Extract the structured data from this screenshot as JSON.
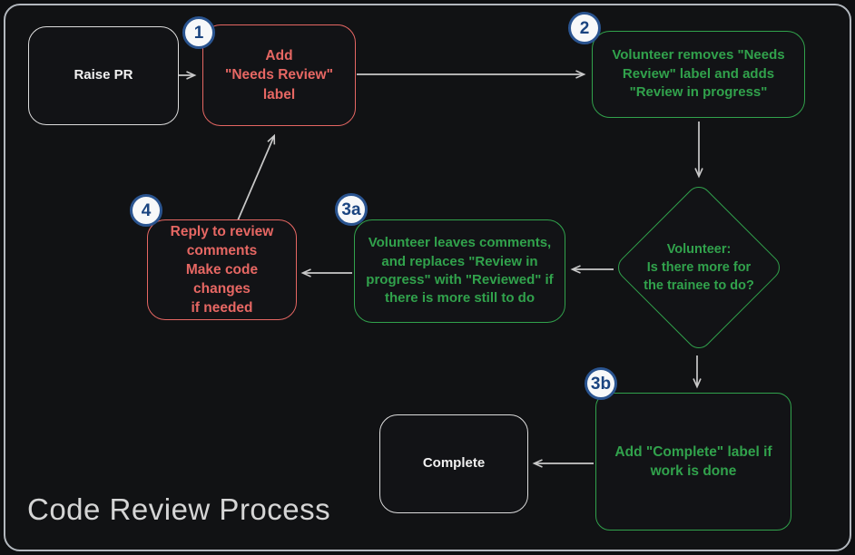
{
  "title": {
    "text": "Code Review Process"
  },
  "colors": {
    "background": "#111214",
    "frame_border": "#b3b8be",
    "red_accent": "#e66763",
    "green_accent": "#31a24c",
    "neutral_accent": "#dcdcdc",
    "arrow": "#c9c9c9",
    "badge_fill": "#f7f8f9",
    "badge_border": "#2a5490",
    "badge_text": "#1a4480",
    "title_text": "#d5d5d5"
  },
  "nodes": {
    "raise_pr": {
      "label": "Raise PR"
    },
    "step1": {
      "badge": "1",
      "label": "Add\n\"Needs Review\"\nlabel"
    },
    "step2": {
      "badge": "2",
      "label": "Volunteer removes \"Needs\nReview\" label and adds\n\"Review in progress\""
    },
    "decision": {
      "label": "Volunteer:\nIs there more for\nthe trainee to do?"
    },
    "step3a": {
      "badge": "3a",
      "label": "Volunteer leaves comments,\nand replaces \"Review in\nprogress\" with \"Reviewed\" if\nthere is more still to do"
    },
    "step4": {
      "badge": "4",
      "label": "Reply to review\ncomments\nMake code changes\nif needed"
    },
    "step3b": {
      "badge": "3b",
      "label": "Add \"Complete\" label if\nwork is done"
    },
    "complete": {
      "label": "Complete"
    }
  },
  "edges": [
    {
      "from": "raise_pr",
      "to": "step1"
    },
    {
      "from": "step1",
      "to": "step2"
    },
    {
      "from": "step2",
      "to": "decision"
    },
    {
      "from": "decision",
      "to": "step3a"
    },
    {
      "from": "step3a",
      "to": "step4"
    },
    {
      "from": "step4",
      "to": "step1"
    },
    {
      "from": "decision",
      "to": "step3b"
    },
    {
      "from": "step3b",
      "to": "complete"
    }
  ]
}
